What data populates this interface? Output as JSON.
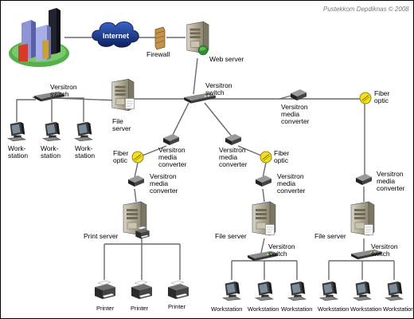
{
  "credit": "Pustekkom Depdiknas © 2008",
  "internet": {
    "label": "Internet"
  },
  "firewall": {
    "label": "Firewall"
  },
  "web_server": {
    "label": "Web server"
  },
  "labels": {
    "versitron_switch": [
      "Versitron",
      "switch"
    ],
    "file_server": [
      "File",
      "server"
    ],
    "fiber_optic": [
      "Fiber",
      "optic"
    ],
    "media_converter": [
      "Versitron",
      "media",
      "converter"
    ],
    "file_server_inline": "File server",
    "print_server": "Print server",
    "workstation_split": [
      "Work-",
      "station"
    ],
    "workstation": "Workstation",
    "printer": "Printer"
  },
  "colors": {
    "server_body": "#b8b2a0",
    "cloud": "#1d3d8f",
    "building": "#7f86c8",
    "grass": "#56b04a",
    "fiber_node": "#f2e01f",
    "switch": "#3c3c3c"
  }
}
